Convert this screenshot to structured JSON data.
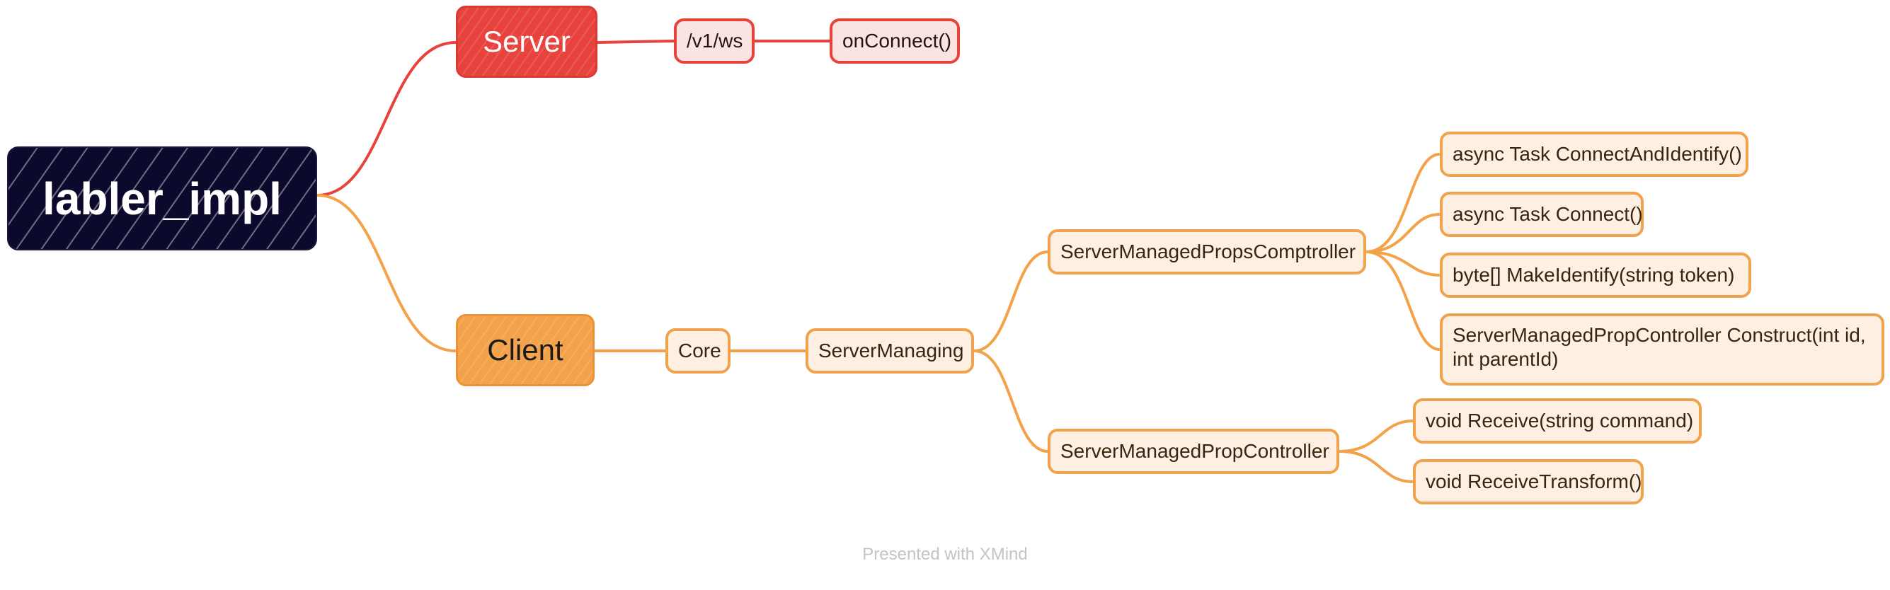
{
  "colors": {
    "root_fill": "#0c0a2c",
    "server_branch": "#e8423d",
    "client_branch": "#f3a24a",
    "server_sub_fill": "#fbe3e2",
    "client_sub_fill": "#fdf0e2"
  },
  "mindmap": {
    "root": "labler_impl",
    "server": {
      "label": "Server",
      "path": "/v1/ws",
      "handler": "onConnect()"
    },
    "client": {
      "label": "Client",
      "core": "Core",
      "managing": "ServerManaging",
      "props_comptroller": {
        "label": "ServerManagedPropsComptroller",
        "methods": [
          "async Task ConnectAndIdentify()",
          "async Task Connect()",
          "byte[] MakeIdentify(string token)",
          "ServerManagedPropController Construct(int id, int parentId)"
        ]
      },
      "prop_controller": {
        "label": "ServerManagedPropController",
        "methods": [
          "void Receive(string command)",
          "void ReceiveTransform()"
        ]
      }
    }
  },
  "footer": "Presented with XMind"
}
